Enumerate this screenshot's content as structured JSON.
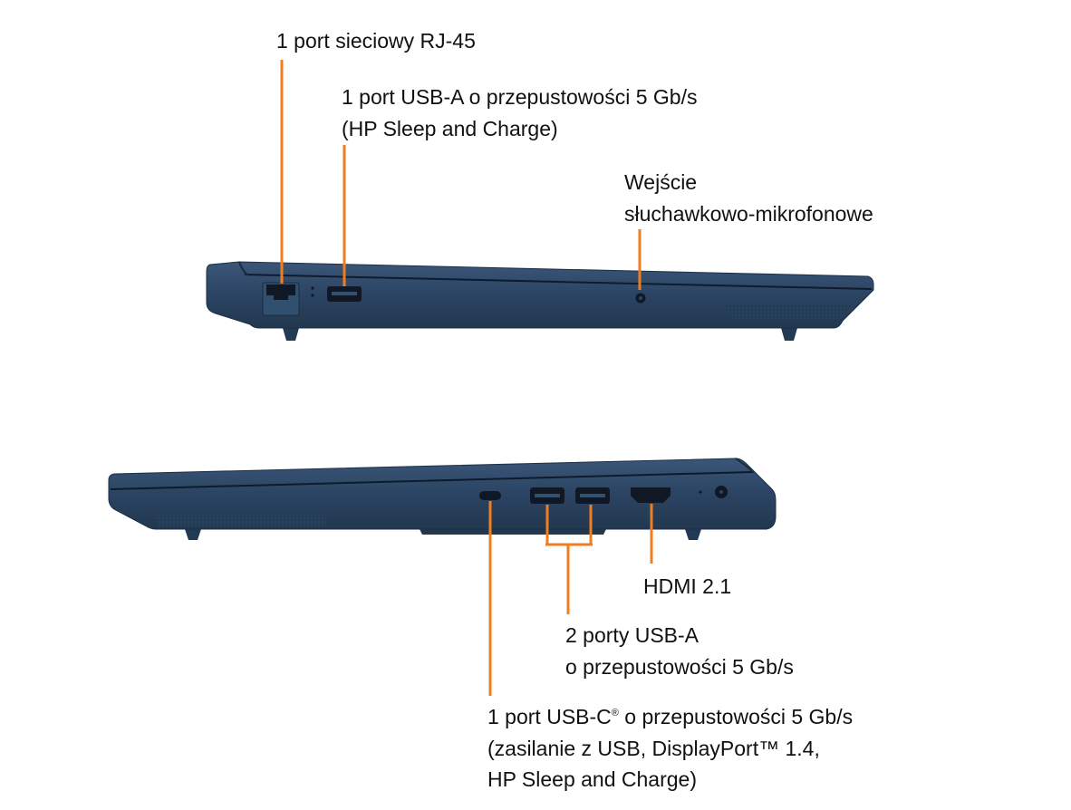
{
  "colors": {
    "callout": "#f07e1f",
    "chassis": "#2b4463",
    "chassis_dark": "#1c2f47",
    "port": "#0f1824"
  },
  "labels": {
    "rj45": "1 port sieciowy RJ-45",
    "usba_left_1": "1 port USB-A o przepustowości 5 Gb/s",
    "usba_left_2": "(HP Sleep and Charge)",
    "audio_1": "Wejście",
    "audio_2": "słuchawkowo-mikrofonowe",
    "hdmi": "HDMI 2.1",
    "usba_right_1": "2 porty USB-A",
    "usba_right_2": "o przepustowości 5 Gb/s",
    "usbc_1a": "1 port USB-C",
    "usbc_1sup": "®",
    "usbc_1b": " o przepustowości 5 Gb/s",
    "usbc_2": "(zasilanie z USB, DisplayPort™ 1.4,",
    "usbc_3": "HP Sleep and Charge)"
  },
  "icons": {
    "rj45_port": "ethernet-port",
    "usb_port": "usb-a-port",
    "usbc_port": "usb-c-port",
    "hdmi_port": "hdmi-port",
    "audio_jack": "headphone-jack",
    "power_jack": "power-jack"
  }
}
